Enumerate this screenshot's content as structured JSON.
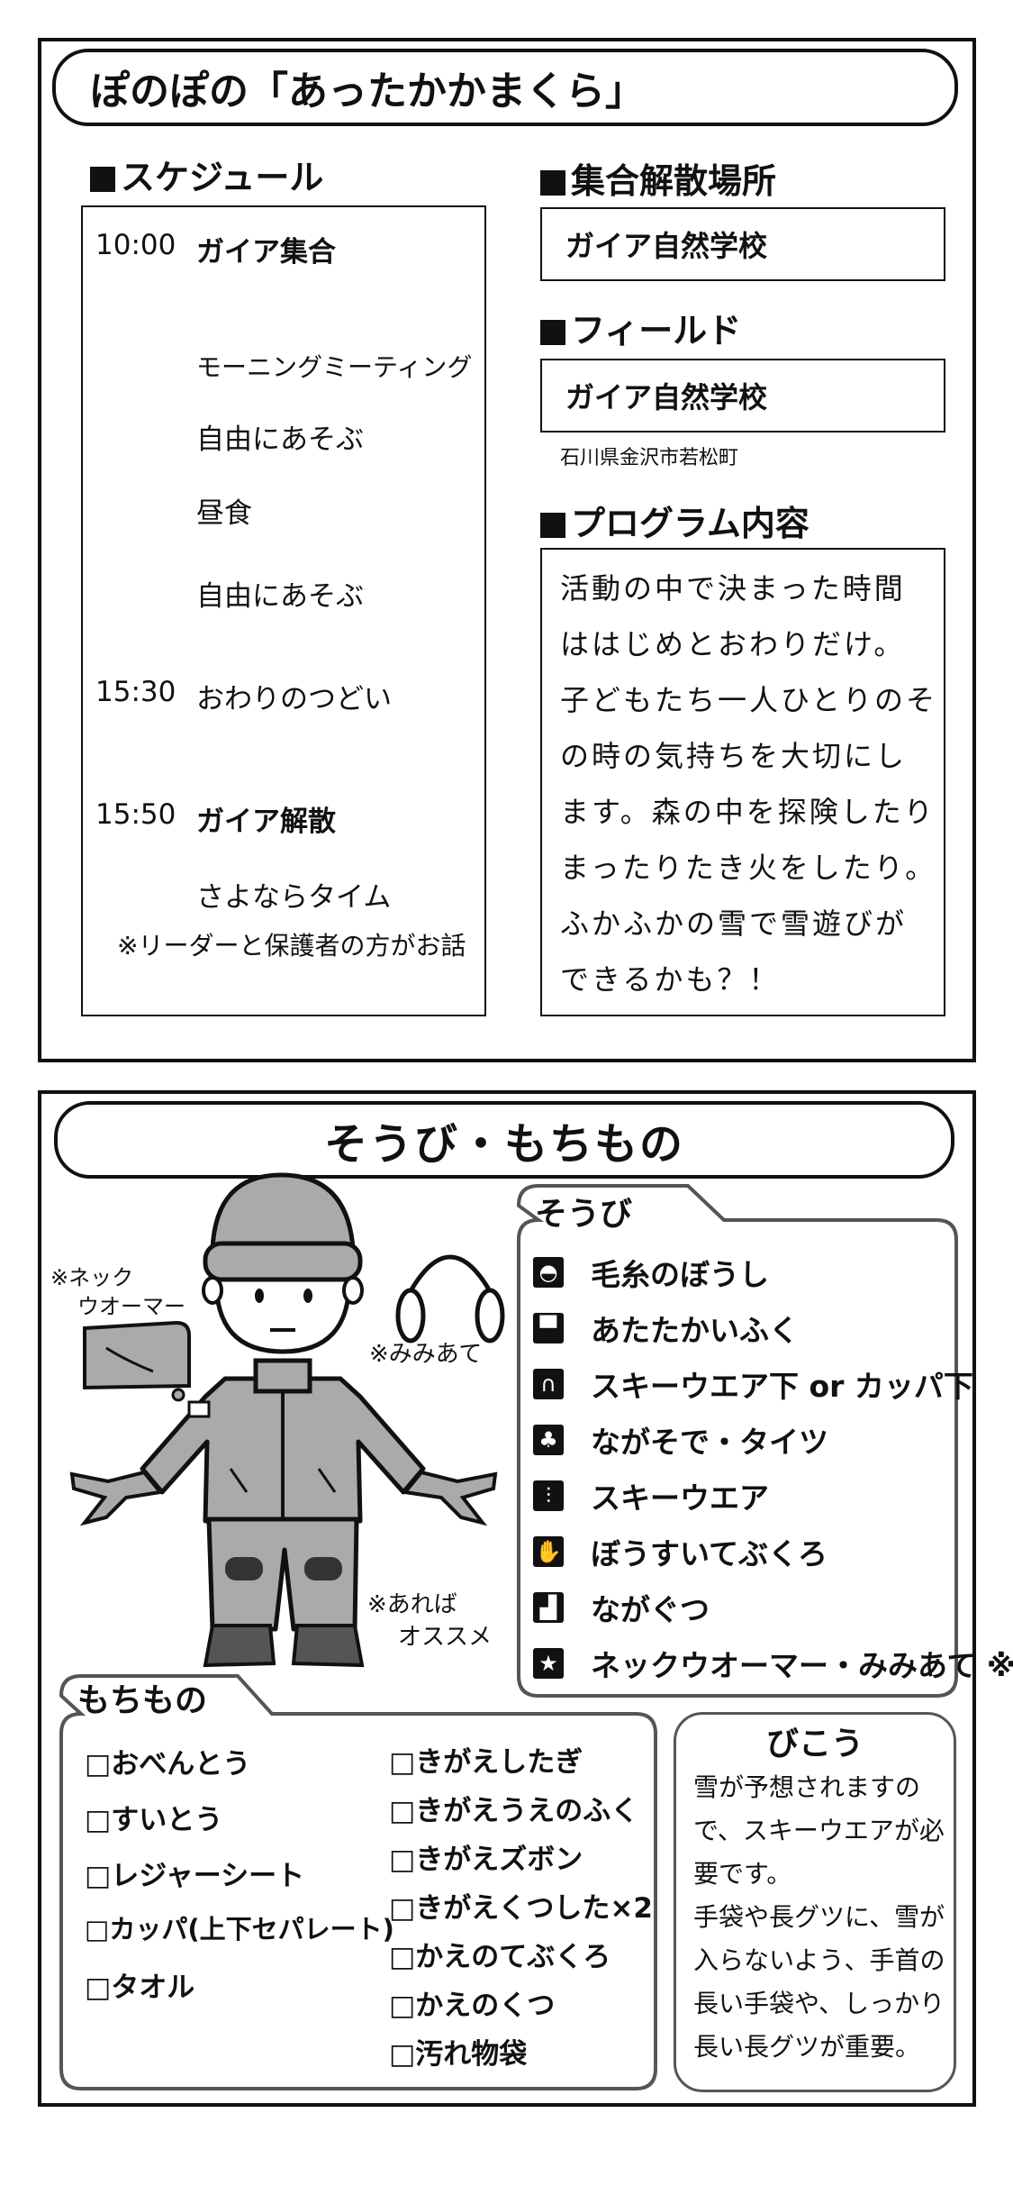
{
  "event": {
    "title": "ぽのぽの「あったかかまくら」",
    "schedule_heading": "スケジュール",
    "schedule": [
      {
        "time": "10:00",
        "label": "ガイア集合",
        "bold": true
      },
      {
        "time": "",
        "label": "モーニングミーティング",
        "bold": false
      },
      {
        "time": "",
        "label": "自由にあそぶ",
        "bold": false
      },
      {
        "time": "",
        "label": "昼食",
        "bold": false
      },
      {
        "time": "",
        "label": "自由にあそぶ",
        "bold": false
      },
      {
        "time": "15:30",
        "label": "おわりのつどい",
        "bold": false
      },
      {
        "time": "15:50",
        "label": "ガイア解散",
        "bold": true
      },
      {
        "time": "",
        "label": "さよならタイム",
        "bold": false
      }
    ],
    "schedule_note": "※リーダーと保護者の方がお話",
    "meeting_heading": "集合解散場所",
    "meeting_place": "ガイア自然学校",
    "field_heading": "フィールド",
    "field_place": "ガイア自然学校",
    "field_address": "石川県金沢市若松町",
    "program_heading": "プログラム内容",
    "program_lines": [
      "活動の中で決まった時間",
      "ははじめとおわりだけ。",
      "子どもたち一人ひとりのそ",
      "の時の気持ちを大切にし",
      "ます。森の中を探険したり",
      "まったりたき火をしたり。",
      "ふかふかの雪で雪遊びが",
      "できるかも？！"
    ]
  },
  "gear": {
    "title": "そうび・もちもの",
    "soubi_heading": "そうび",
    "soubi_items": [
      {
        "icon": "knit-hat-icon",
        "glyph": "◓",
        "label": "毛糸のぼうし"
      },
      {
        "icon": "shirt-icon",
        "glyph": "▀",
        "label": "あたたかいふく"
      },
      {
        "icon": "ski-pants-icon",
        "glyph": "∩",
        "label": "スキーウエア下 or カッパ下"
      },
      {
        "icon": "long-sleeve-icon",
        "glyph": "♣",
        "label": "ながそで・タイツ"
      },
      {
        "icon": "ski-jacket-icon",
        "glyph": "⫶",
        "label": "スキーウエア"
      },
      {
        "icon": "mitten-icon",
        "glyph": "✋",
        "label": "ぼうすいてぶくろ"
      },
      {
        "icon": "boot-icon",
        "glyph": "▟",
        "label": "ながぐつ"
      },
      {
        "icon": "star-icon",
        "glyph": "★",
        "label": "ネックウオーマー・みみあて ※"
      }
    ],
    "label_neck_warmer_1": "※ネック",
    "label_neck_warmer_2": "ウオーマー",
    "label_earmuffs": "※みみあて",
    "label_recommended_1": "※あれば",
    "label_recommended_2": "オススメ",
    "mochimono_heading": "もちもの",
    "mochimono_left": [
      "□おべんとう",
      "□すいとう",
      "□レジャーシート",
      "□カッパ(上下セパレート)",
      "□タオル"
    ],
    "mochimono_right": [
      "□きがえしたぎ",
      "□きがえうえのふく",
      "□きがえズボン",
      "□きがえくつした×2",
      "□かえのてぶくろ",
      "□かえのくつ",
      "□汚れ物袋"
    ],
    "biko_heading": "びこう",
    "biko_lines": [
      "雪が予想されますの",
      "で、スキーウエアが必",
      "要です。",
      "手袋や長グツに、雪が",
      "入らないよう、手首の",
      "長い手袋や、しっかり",
      "長い長グツが重要。"
    ]
  }
}
